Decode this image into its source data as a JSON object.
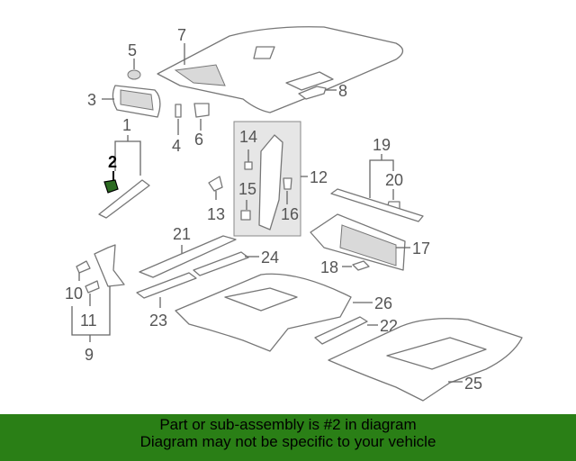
{
  "callouts": {
    "c1": "1",
    "c2": "2",
    "c3": "3",
    "c4": "4",
    "c5": "5",
    "c6": "6",
    "c7": "7",
    "c8": "8",
    "c9": "9",
    "c10": "10",
    "c11": "11",
    "c12": "12",
    "c13": "13",
    "c14": "14",
    "c15": "15",
    "c16": "16",
    "c17": "17",
    "c18": "18",
    "c19": "19",
    "c20": "20",
    "c21": "21",
    "c22": "22",
    "c23": "23",
    "c24": "24",
    "c25": "25",
    "c26": "26"
  },
  "highlighted_part": "2",
  "banner": {
    "line1": "Part or sub-assembly is #2 in diagram",
    "line2": "Diagram may not be specific to your vehicle",
    "background": "#2a7f16"
  }
}
